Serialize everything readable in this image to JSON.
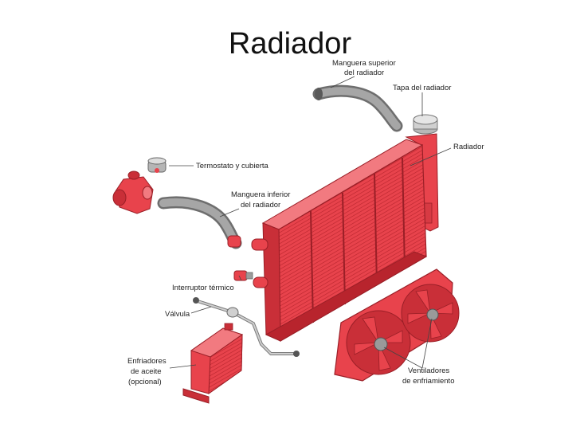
{
  "title": "Radiador",
  "labels": {
    "upper_hose": [
      "Manguera superior",
      "del radiador"
    ],
    "cap": "Tapa del radiador",
    "radiator": "Radiador",
    "thermostat": "Termostato y cubierta",
    "lower_hose": [
      "Manguera inferior",
      "del radiador"
    ],
    "thermal_switch": "Interruptor térmico",
    "valve": "Válvula",
    "oil_cooler": [
      "Enfriadores",
      "de aceite",
      "(opcional)"
    ],
    "fans": [
      "Ventiladores",
      "de enfriamiento"
    ]
  },
  "colors": {
    "part_red": "#e8434c",
    "part_dark": "#b8242d",
    "part_light": "#f27a80",
    "hose_gray": "#8a8a8a",
    "metal_gray": "#bdbdbd"
  }
}
